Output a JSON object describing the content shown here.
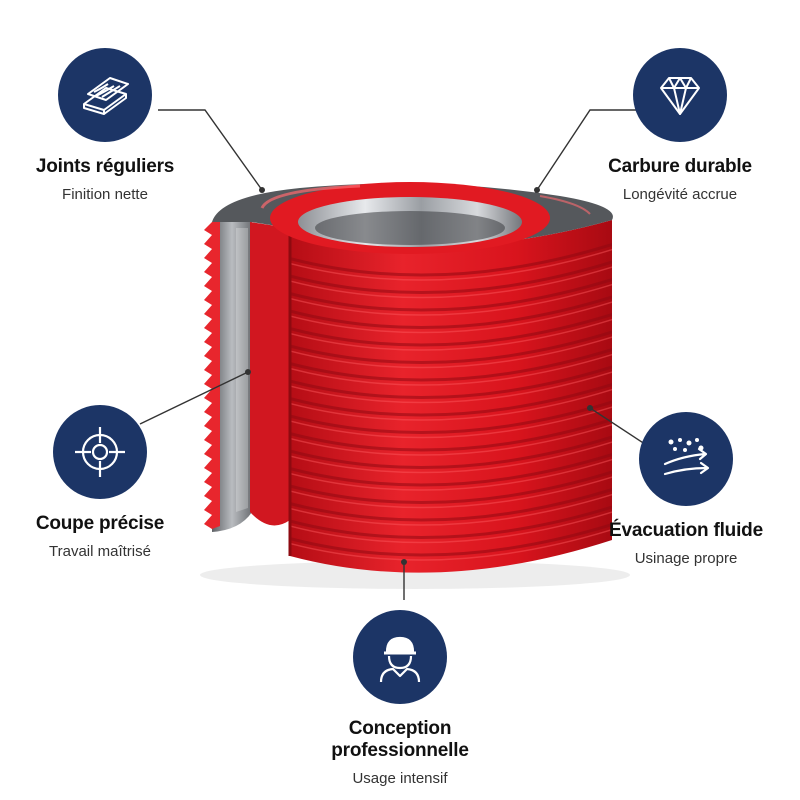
{
  "colors": {
    "badge": "#1c3566",
    "tool_red": "#d8131c",
    "carbide_grey": "#6f7276",
    "leader_line": "#333333"
  },
  "features": {
    "joints": {
      "title": "Joints réguliers",
      "subtitle": "Finition nette",
      "icon": "wood-boards-icon"
    },
    "carbure": {
      "title": "Carbure durable",
      "subtitle": "Longévité accrue",
      "icon": "diamond-icon"
    },
    "coupe": {
      "title": "Coupe précise",
      "subtitle": "Travail maîtrisé",
      "icon": "crosshair-target-icon"
    },
    "evacuation": {
      "title": "Évacuation fluide",
      "subtitle": "Usinage propre",
      "icon": "chip-evacuation-arrows-icon"
    },
    "conception": {
      "title": "Conception professionnelle",
      "subtitle": "Usage intensif",
      "icon": "worker-hardhat-icon"
    }
  }
}
